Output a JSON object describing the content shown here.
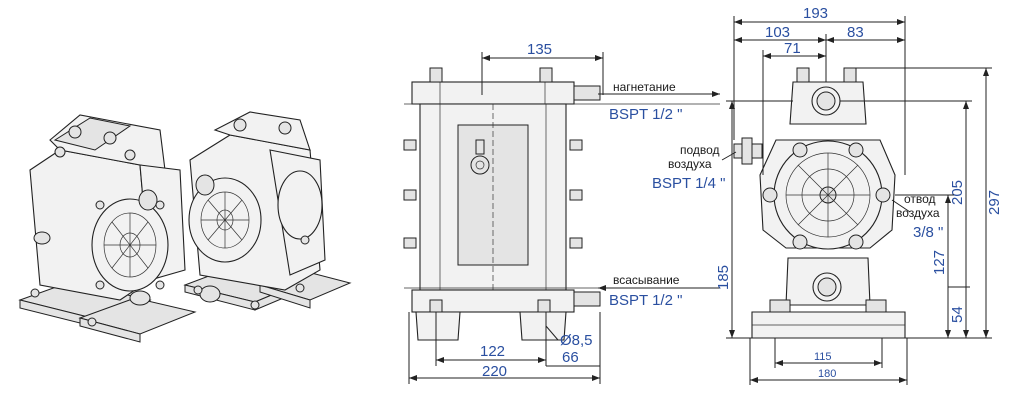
{
  "labels": {
    "outlet_name": "нагнетание",
    "outlet_thread": "BSPT 1/2 \"",
    "inlet_name": "всасывание",
    "inlet_thread": "BSPT 1/2 \"",
    "air_in_line1": "подвод",
    "air_in_line2": "воздуха",
    "air_in_thread": "BSPT 1/4 \"",
    "air_out_line1": "отвод",
    "air_out_line2": "воздуха",
    "air_out_thread": "3/8 \""
  },
  "dimensions": {
    "front_top_width": "135",
    "front_base_inner": "122",
    "front_base_outer": "220",
    "front_hole": "Ø8,5",
    "front_offset": "66",
    "side_total_width": "193",
    "side_left": "103",
    "side_right": "83",
    "side_center": "71",
    "side_base_inner": "115",
    "side_base_outer": "180",
    "height_total": "297",
    "height_upper": "205",
    "height_outlet": "185",
    "height_air_out": "127",
    "height_inlet": "54"
  },
  "colors": {
    "dimension_text": "#2a4fa0",
    "line": "#222222"
  }
}
